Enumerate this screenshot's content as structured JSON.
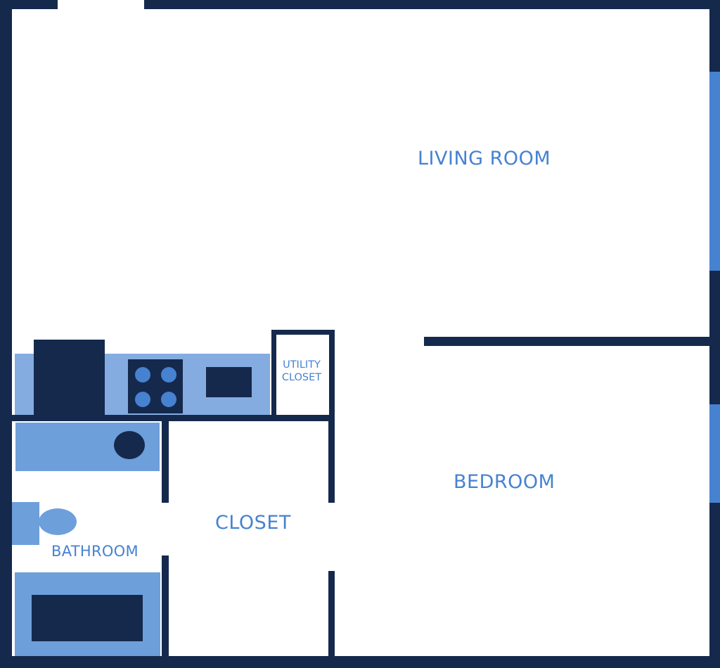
{
  "colors": {
    "wall": "#15294d",
    "accent": "#4682d0",
    "counter": "#85ace0",
    "fixture": "#6d9fdb",
    "window": "#4682d0",
    "background": "#ffffff"
  },
  "rooms": {
    "living_room": "LIVING ROOM",
    "bedroom": "BEDROOM",
    "closet": "CLOSET",
    "bathroom": "BATHROOM",
    "utility_closet": {
      "line1": "UTILITY",
      "line2": "CLOSET"
    }
  },
  "icons": {
    "refrigerator": "refrigerator-icon",
    "stove": "stove-icon",
    "sink": "kitchen-sink-icon",
    "vanity": "bathroom-vanity-icon",
    "toilet": "toilet-icon",
    "bathtub": "bathtub-icon"
  }
}
